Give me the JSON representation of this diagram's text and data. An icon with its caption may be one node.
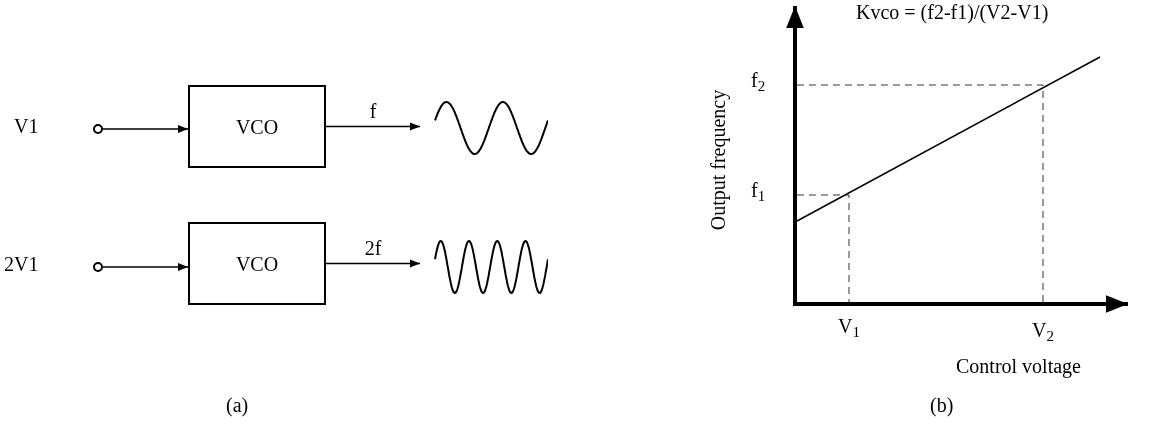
{
  "diagram": {
    "nodes": [
      {
        "text": [],
        "shape": "circle",
        "beside": [
          "V1"
        ]
      },
      {
        "text": [
          "VCO"
        ]
      },
      {
        "text": [],
        "shape": "picture"
      },
      {
        "text": [],
        "shape": "circle",
        "beside": [
          "2V1"
        ]
      },
      {
        "text": [
          "VCO"
        ]
      },
      {
        "text": [],
        "shape": "picture"
      }
    ],
    "edges": [
      {
        "from": 0,
        "to": 1,
        "arrow": "to"
      },
      {
        "from": 1,
        "to": 2,
        "arrow": "to",
        "label": "f"
      },
      {
        "from": 3,
        "to": 4,
        "arrow": "to"
      },
      {
        "from": 4,
        "to": 5,
        "arrow": "to",
        "label": "2f"
      }
    ],
    "labels": [
      "Kvco = (f2-f1)/(V2-V1)",
      "f$_{2}$",
      "f$_{1}$",
      "Output frequency",
      "V$_{1}$",
      "V$_{2}$",
      "Control voltage",
      "(a)",
      "(b)"
    ]
  }
}
